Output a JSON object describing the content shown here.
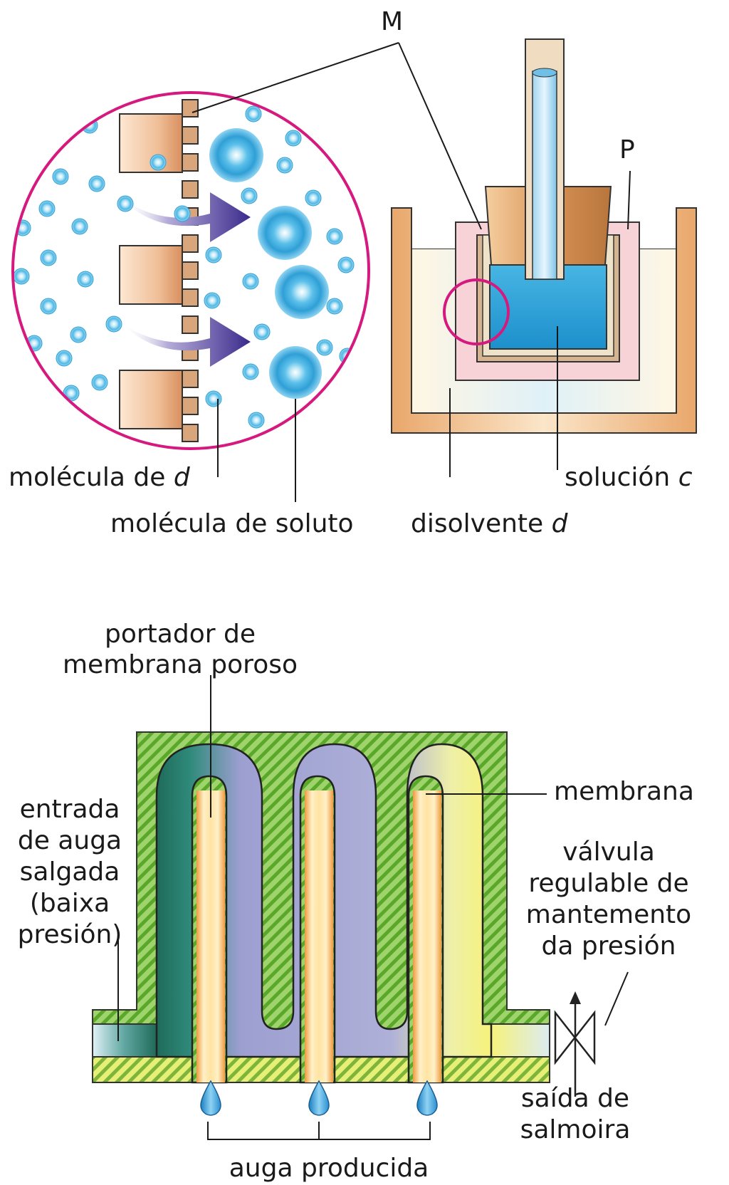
{
  "top": {
    "label_m": "M",
    "label_p": "P",
    "molecula_d": "molécula de ",
    "molecula_d_var": "d",
    "molecula_soluto": "molécula de soluto",
    "disolvente": "disolvente ",
    "disolvente_var": "d",
    "solucion": "solución ",
    "solucion_var": "c"
  },
  "bottom": {
    "portador_line1": "portador de",
    "portador_line2": "membrana poroso",
    "membrana": "membrana",
    "entrada": [
      "entrada",
      "de auga",
      "salgada",
      "(baixa",
      "presión)"
    ],
    "valvula": [
      "válvula",
      "regulable de",
      "mantemento",
      "da presión"
    ],
    "saida": [
      "saída de",
      "salmoira"
    ],
    "auga_producida": "auga producida"
  },
  "colors": {
    "circle_border": "#d6197f",
    "solvent_dot": "#5fc1e6",
    "solute": "#3aa6d9",
    "arrow": "#3b2a8c",
    "membrane_block": "#e8b48c",
    "housing_green": "#7cbf3f",
    "tube_lavender": "#a8a9d4",
    "core_orange": "#f0a248"
  },
  "icons": [
    "arrow-right-icon",
    "water-drop-icon",
    "valve-icon"
  ]
}
